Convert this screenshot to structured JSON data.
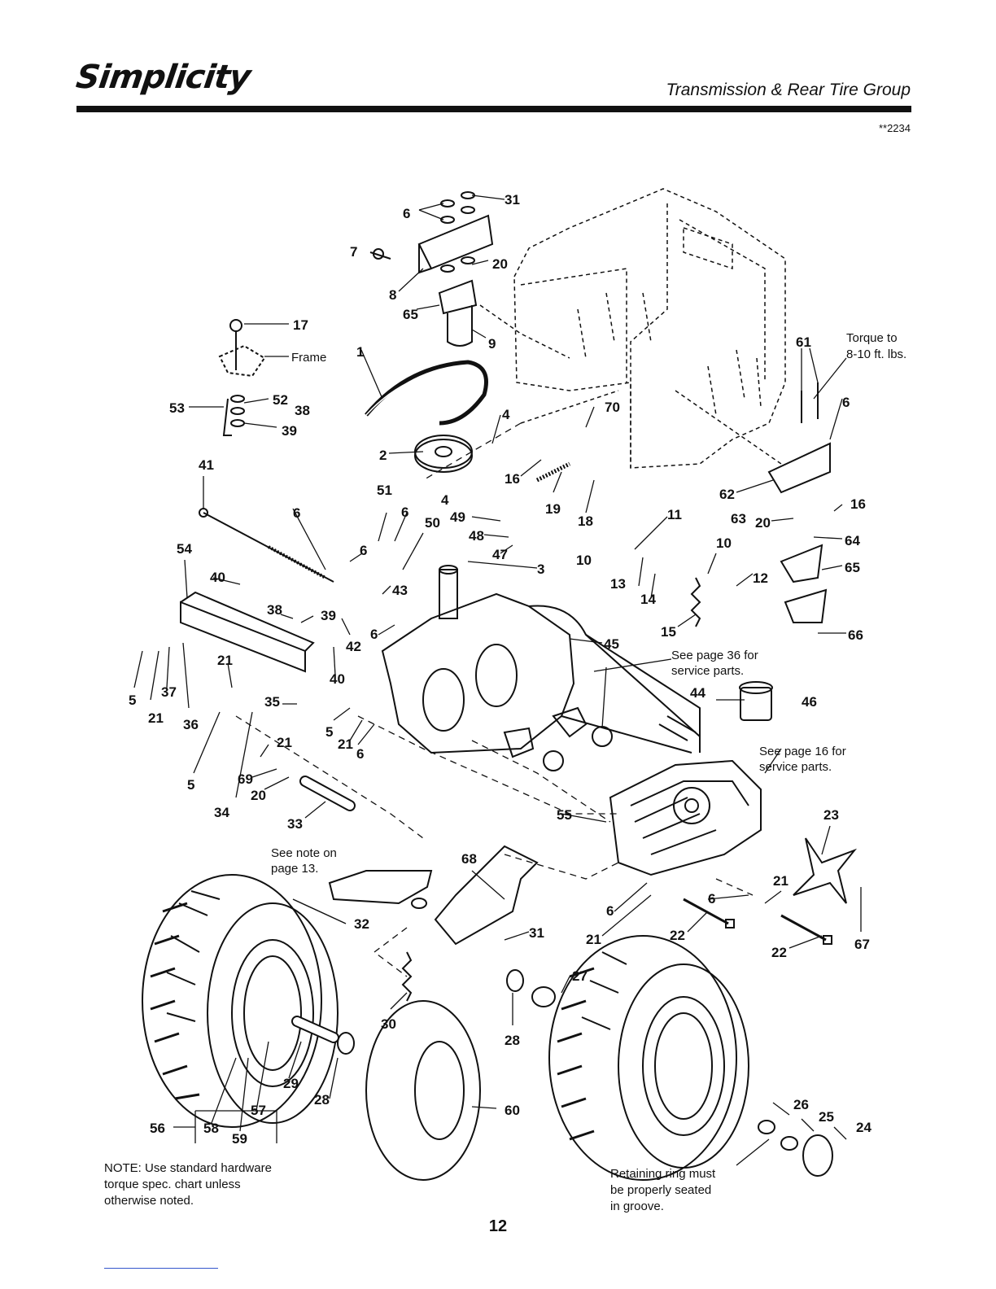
{
  "header": {
    "brand": "Simplicity",
    "group_title": "Transmission & Rear Tire Group",
    "code": "**2234"
  },
  "notes": {
    "torque_line1": "Torque to",
    "torque_line2": "8-10 ft. lbs.",
    "frame": "Frame",
    "see36_line1": "See page 36 for",
    "see36_line2": "service parts.",
    "see16_line1": "See page 16 for",
    "see16_line2": "service parts.",
    "see13_line1": "See note on",
    "see13_line2": "page 13.",
    "std_line1": "NOTE: Use standard hardware",
    "std_line2": "torque spec. chart unless",
    "std_line3": "otherwise noted.",
    "ring_line1": "Retaining ring must",
    "ring_line2": "be properly seated",
    "ring_line3": "in groove."
  },
  "callouts": {
    "c1": "1",
    "c2": "2",
    "c3": "3",
    "c4a": "4",
    "c4b": "4",
    "c5a": "5",
    "c5b": "5",
    "c5c": "5",
    "c6a": "6",
    "c6b": "6",
    "c6c": "6",
    "c6d": "6",
    "c6e": "6",
    "c6f": "6",
    "c6g": "6",
    "c6h": "6",
    "c6i": "6",
    "c7": "7",
    "c8": "8",
    "c9": "9",
    "c10a": "10",
    "c10b": "10",
    "c11": "11",
    "c12": "12",
    "c13": "13",
    "c14": "14",
    "c15": "15",
    "c16a": "16",
    "c16b": "16",
    "c17": "17",
    "c18": "18",
    "c19": "19",
    "c20a": "20",
    "c20b": "20",
    "c20c": "20",
    "c21a": "21",
    "c21b": "21",
    "c21c": "21",
    "c21d": "21",
    "c21e": "21",
    "c21f": "21",
    "c22a": "22",
    "c22b": "22",
    "c23": "23",
    "c24": "24",
    "c25": "25",
    "c26": "26",
    "c27": "27",
    "c28a": "28",
    "c28b": "28",
    "c29": "29",
    "c30": "30",
    "c31a": "31",
    "c31b": "31",
    "c32": "32",
    "c33": "33",
    "c34": "34",
    "c35": "35",
    "c36": "36",
    "c37": "37",
    "c38a": "38",
    "c38b": "38",
    "c39a": "39",
    "c39b": "39",
    "c40a": "40",
    "c40b": "40",
    "c41": "41",
    "c42": "42",
    "c43": "43",
    "c44": "44",
    "c45": "45",
    "c46": "46",
    "c47": "47",
    "c48": "48",
    "c49": "49",
    "c50": "50",
    "c51": "51",
    "c52": "52",
    "c53": "53",
    "c54": "54",
    "c55": "55",
    "c56": "56",
    "c57": "57",
    "c58": "58",
    "c59": "59",
    "c60": "60",
    "c61": "61",
    "c62": "62",
    "c63": "63",
    "c64": "64",
    "c65a": "65",
    "c65b": "65",
    "c66": "66",
    "c67": "67",
    "c68": "68",
    "c69": "69",
    "c70": "70"
  },
  "page_number": "12"
}
